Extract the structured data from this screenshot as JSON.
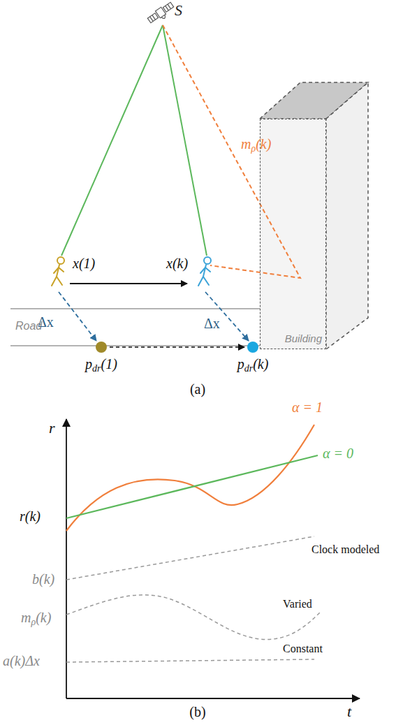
{
  "diagram": {
    "nodes": [
      {
        "text": [
          "Building"
        ]
      }
    ],
    "labels": [
      "S",
      "mρ(k)",
      "x(1)",
      "x(k)",
      "Road",
      "Δx",
      "Δx",
      "pdr(1)",
      "pdr(k)",
      "(a)",
      "α = 1",
      "α = 0",
      "r",
      "r(k)",
      "Clock modeled",
      "b(k)",
      "Varied",
      "mρ(k)",
      "Constant",
      "a(k)Δx",
      "t",
      "(b)"
    ]
  }
}
